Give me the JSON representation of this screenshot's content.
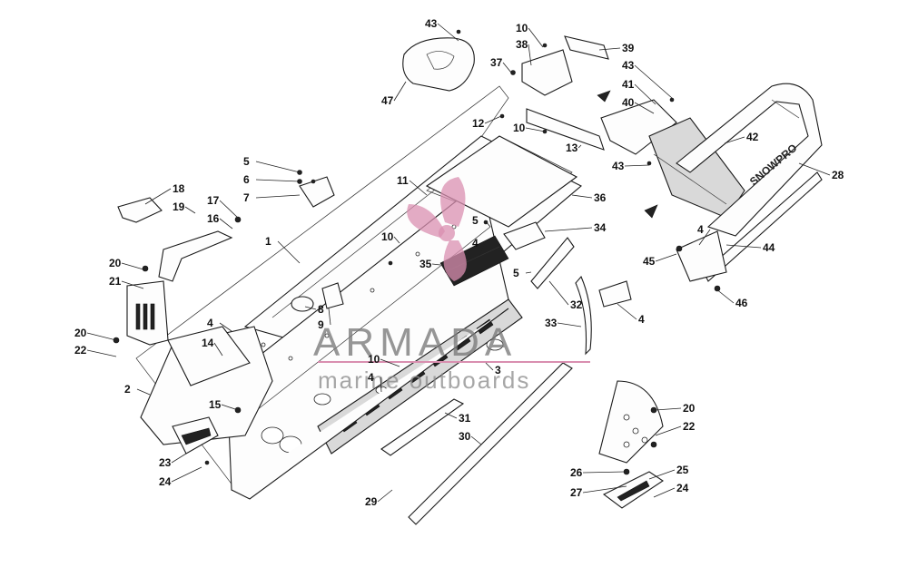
{
  "diagram": {
    "callouts": [
      {
        "label": "43"
      },
      {
        "label": "10"
      },
      {
        "label": "38"
      },
      {
        "label": "39"
      },
      {
        "label": "37"
      },
      {
        "label": "47"
      },
      {
        "label": "43"
      },
      {
        "label": "41"
      },
      {
        "label": "40"
      },
      {
        "label": "12"
      },
      {
        "label": "10"
      },
      {
        "label": "13"
      },
      {
        "label": "42"
      },
      {
        "label": "43"
      },
      {
        "label": "28"
      },
      {
        "label": "5"
      },
      {
        "label": "6"
      },
      {
        "label": "7"
      },
      {
        "label": "11"
      },
      {
        "label": "36"
      },
      {
        "label": "18"
      },
      {
        "label": "19"
      },
      {
        "label": "17"
      },
      {
        "label": "16"
      },
      {
        "label": "5"
      },
      {
        "label": "34"
      },
      {
        "label": "4"
      },
      {
        "label": "1"
      },
      {
        "label": "10"
      },
      {
        "label": "4"
      },
      {
        "label": "35"
      },
      {
        "label": "45"
      },
      {
        "label": "44"
      },
      {
        "label": "20"
      },
      {
        "label": "21"
      },
      {
        "label": "5"
      },
      {
        "label": "8"
      },
      {
        "label": "32"
      },
      {
        "label": "46"
      },
      {
        "label": "9"
      },
      {
        "label": "33"
      },
      {
        "label": "4"
      },
      {
        "label": "4"
      },
      {
        "label": "20"
      },
      {
        "label": "14"
      },
      {
        "label": "22"
      },
      {
        "label": "10"
      },
      {
        "label": "4"
      },
      {
        "label": "3"
      },
      {
        "label": "2"
      },
      {
        "label": "15"
      },
      {
        "label": "31"
      },
      {
        "label": "20"
      },
      {
        "label": "22"
      },
      {
        "label": "30"
      },
      {
        "label": "23"
      },
      {
        "label": "24"
      },
      {
        "label": "26"
      },
      {
        "label": "25"
      },
      {
        "label": "27"
      },
      {
        "label": "24"
      },
      {
        "label": "29"
      }
    ]
  },
  "watermark": {
    "brand": "ARMADA",
    "tagline": "marine outboards",
    "brand_color": "#d98fb0"
  },
  "decal_text": "SNOWPRO"
}
